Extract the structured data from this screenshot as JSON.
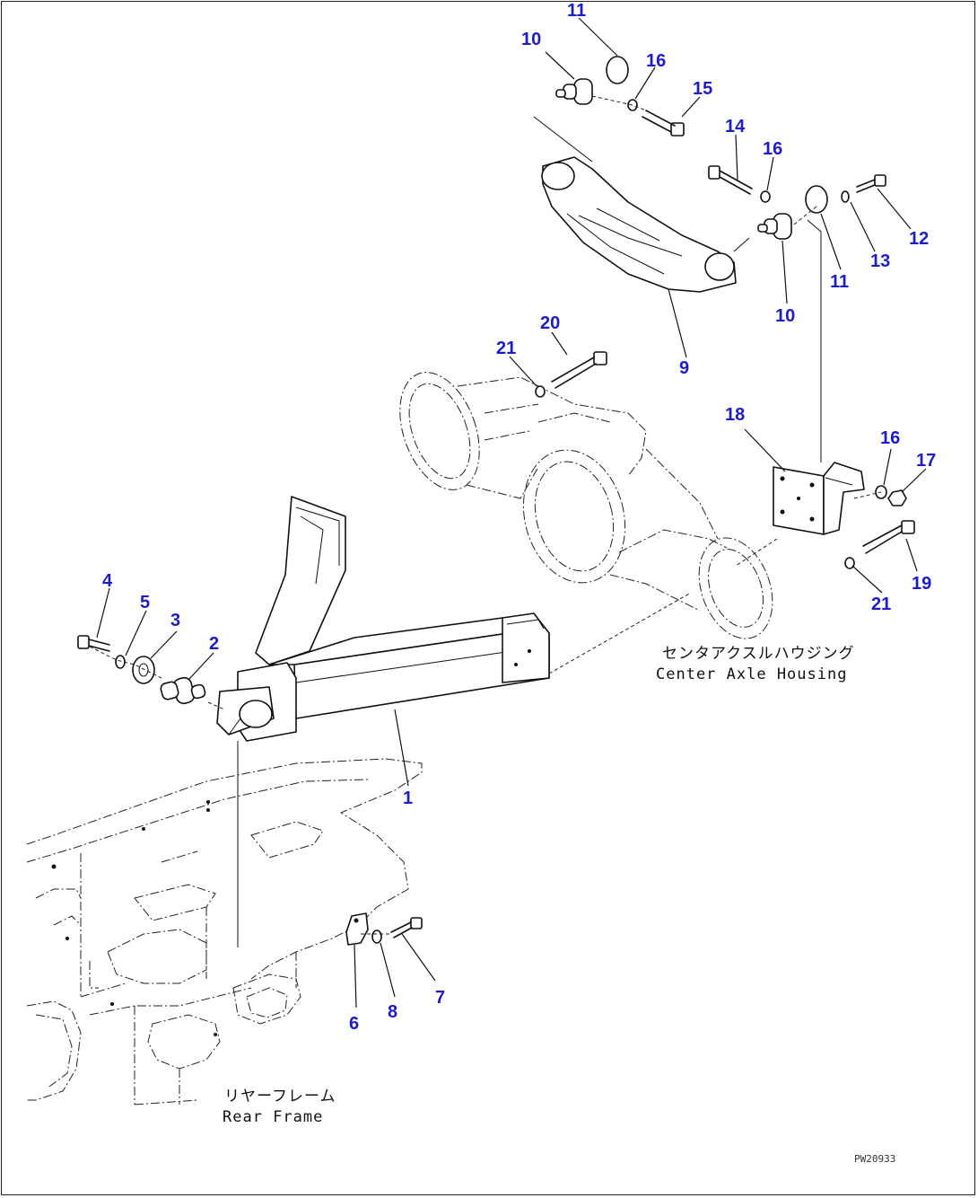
{
  "captions": {
    "center_axle_jp": "センタアクスルハウジング",
    "center_axle_en": "Center Axle Housing",
    "rear_frame_jp": "リヤーフレーム",
    "rear_frame_en": "Rear Frame"
  },
  "drawing_id": "PW20933",
  "part_labels": {
    "p1": "1",
    "p2": "2",
    "p3": "3",
    "p4": "4",
    "p5": "5",
    "p6": "6",
    "p7": "7",
    "p8": "8",
    "p9": "9",
    "p10a": "10",
    "p10b": "10",
    "p11a": "11",
    "p11b": "11",
    "p12": "12",
    "p13": "13",
    "p14": "14",
    "p15": "15",
    "p16a": "16",
    "p16b": "16",
    "p16c": "16",
    "p17": "17",
    "p18": "18",
    "p19": "19",
    "p20": "20",
    "p21a": "21",
    "p21b": "21"
  },
  "colors": {
    "label": "#1c1cc8",
    "line": "#111111"
  }
}
